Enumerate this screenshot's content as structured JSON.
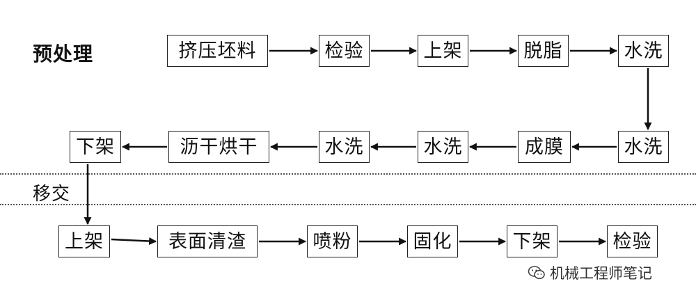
{
  "labels": {
    "pretreatment": "预处理",
    "transfer": "移交"
  },
  "rows": [
    {
      "id": "row1",
      "steps": [
        "挤压坯料",
        "检验",
        "上架",
        "脱脂",
        "水洗"
      ]
    },
    {
      "id": "row2",
      "steps": [
        "下架",
        "沥干烘干",
        "水洗",
        "水洗",
        "成膜",
        "水洗"
      ]
    },
    {
      "id": "row3",
      "steps": [
        "上架",
        "表面清渣",
        "喷粉",
        "固化",
        "下架",
        "检验"
      ]
    }
  ],
  "watermark": {
    "icon": "wechat-icon",
    "text": "机械工程师笔记"
  },
  "colors": {
    "line": "#111111",
    "box_border": "#222222",
    "dotted": "#555555"
  }
}
